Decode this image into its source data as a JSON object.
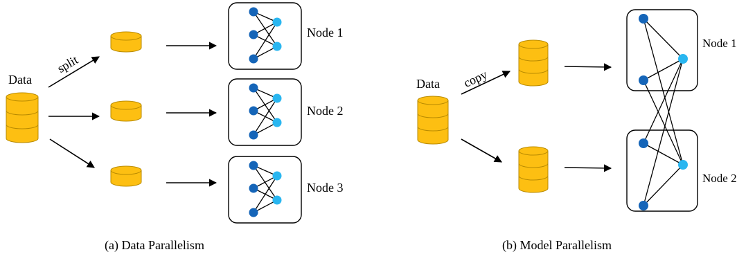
{
  "data_parallelism": {
    "data_label": "Data",
    "split_label": "split",
    "node_labels": [
      "Node 1",
      "Node 2",
      "Node 3"
    ],
    "caption": "(a)  Data Parallelism"
  },
  "model_parallelism": {
    "data_label": "Data",
    "copy_label": "copy",
    "node_labels": [
      "Node 1",
      "Node 2"
    ],
    "caption": "(b)  Model Parallelism"
  },
  "colors": {
    "database_fill": "#FDBF12",
    "database_stroke": "#B88A00",
    "node_dark": "#1565B8",
    "node_light": "#29B6F0"
  }
}
